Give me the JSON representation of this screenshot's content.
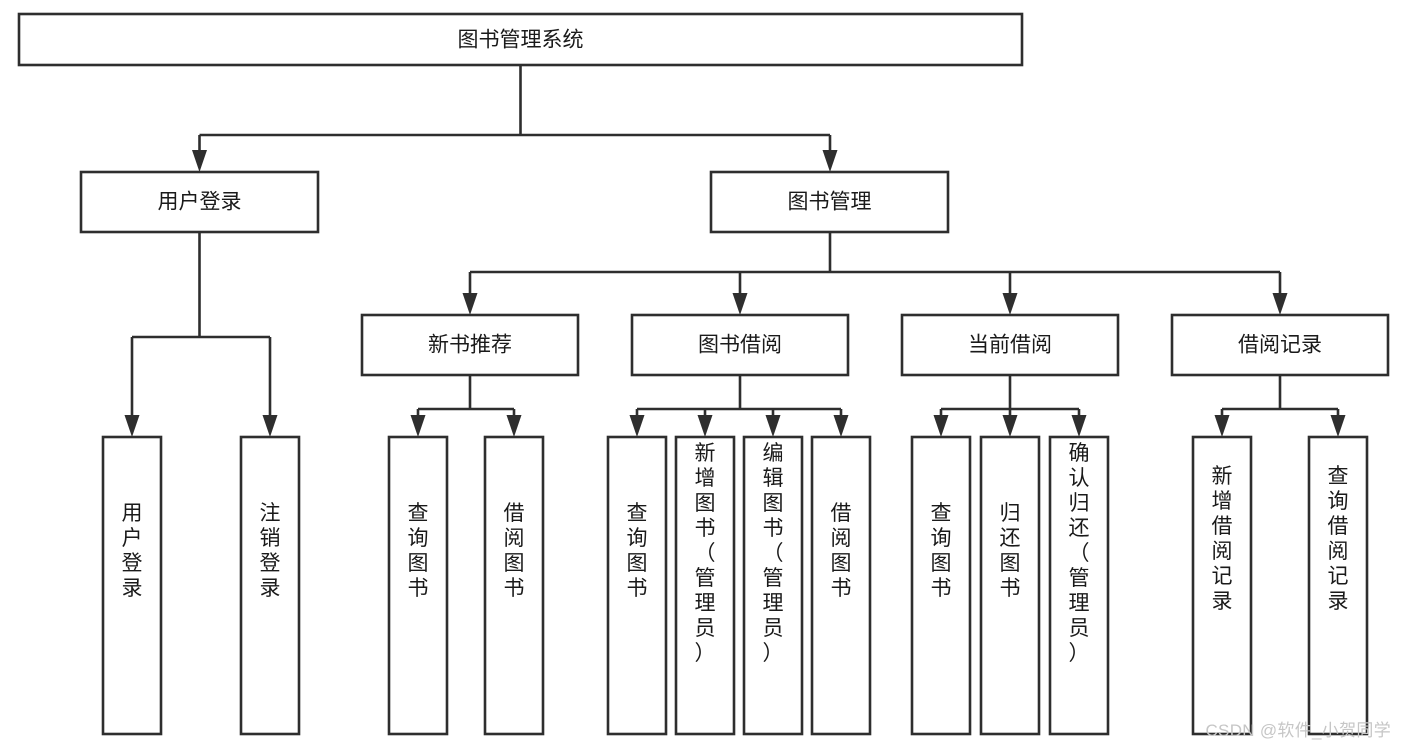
{
  "diagram": {
    "title": "图书管理系统",
    "watermark": "CSDN @软件_小贺同学",
    "accent_color": "#2e2e2e",
    "background_color": "#ffffff",
    "text_color": "#1a1a1a",
    "watermark_color": "#c6c6c6",
    "root": {
      "label": "图书管理系统",
      "id": "root-system"
    },
    "level2": [
      {
        "id": "user-login",
        "label": "用户登录"
      },
      {
        "id": "book-management",
        "label": "图书管理"
      }
    ],
    "level3": [
      {
        "id": "new-book-recommend",
        "label": "新书推荐",
        "parent": "book-management"
      },
      {
        "id": "book-borrow",
        "label": "图书借阅",
        "parent": "book-management"
      },
      {
        "id": "current-borrow",
        "label": "当前借阅",
        "parent": "book-management"
      },
      {
        "id": "borrow-record",
        "label": "借阅记录",
        "parent": "book-management"
      }
    ],
    "leaves": {
      "user_login": [
        {
          "id": "leaf-user-login",
          "label": "用户登录"
        },
        {
          "id": "leaf-logout-login",
          "label": "注销登录"
        }
      ],
      "new_book_recommend": [
        {
          "id": "leaf-query-book-1",
          "label": "查询图书"
        },
        {
          "id": "leaf-borrow-book-1",
          "label": "借阅图书"
        }
      ],
      "book_borrow": [
        {
          "id": "leaf-query-book-2",
          "label": "查询图书"
        },
        {
          "id": "leaf-add-book",
          "label": "新增图书（管理员）"
        },
        {
          "id": "leaf-edit-book",
          "label": "编辑图书（管理员）"
        },
        {
          "id": "leaf-borrow-book-2",
          "label": "借阅图书"
        }
      ],
      "current_borrow": [
        {
          "id": "leaf-query-book-3",
          "label": "查询图书"
        },
        {
          "id": "leaf-return-book",
          "label": "归还图书"
        },
        {
          "id": "leaf-confirm-return",
          "label": "确认归还（管理员）"
        }
      ],
      "borrow_record": [
        {
          "id": "leaf-add-record",
          "label": "新增借阅记录"
        },
        {
          "id": "leaf-query-record",
          "label": "查询借阅记录"
        }
      ]
    }
  }
}
